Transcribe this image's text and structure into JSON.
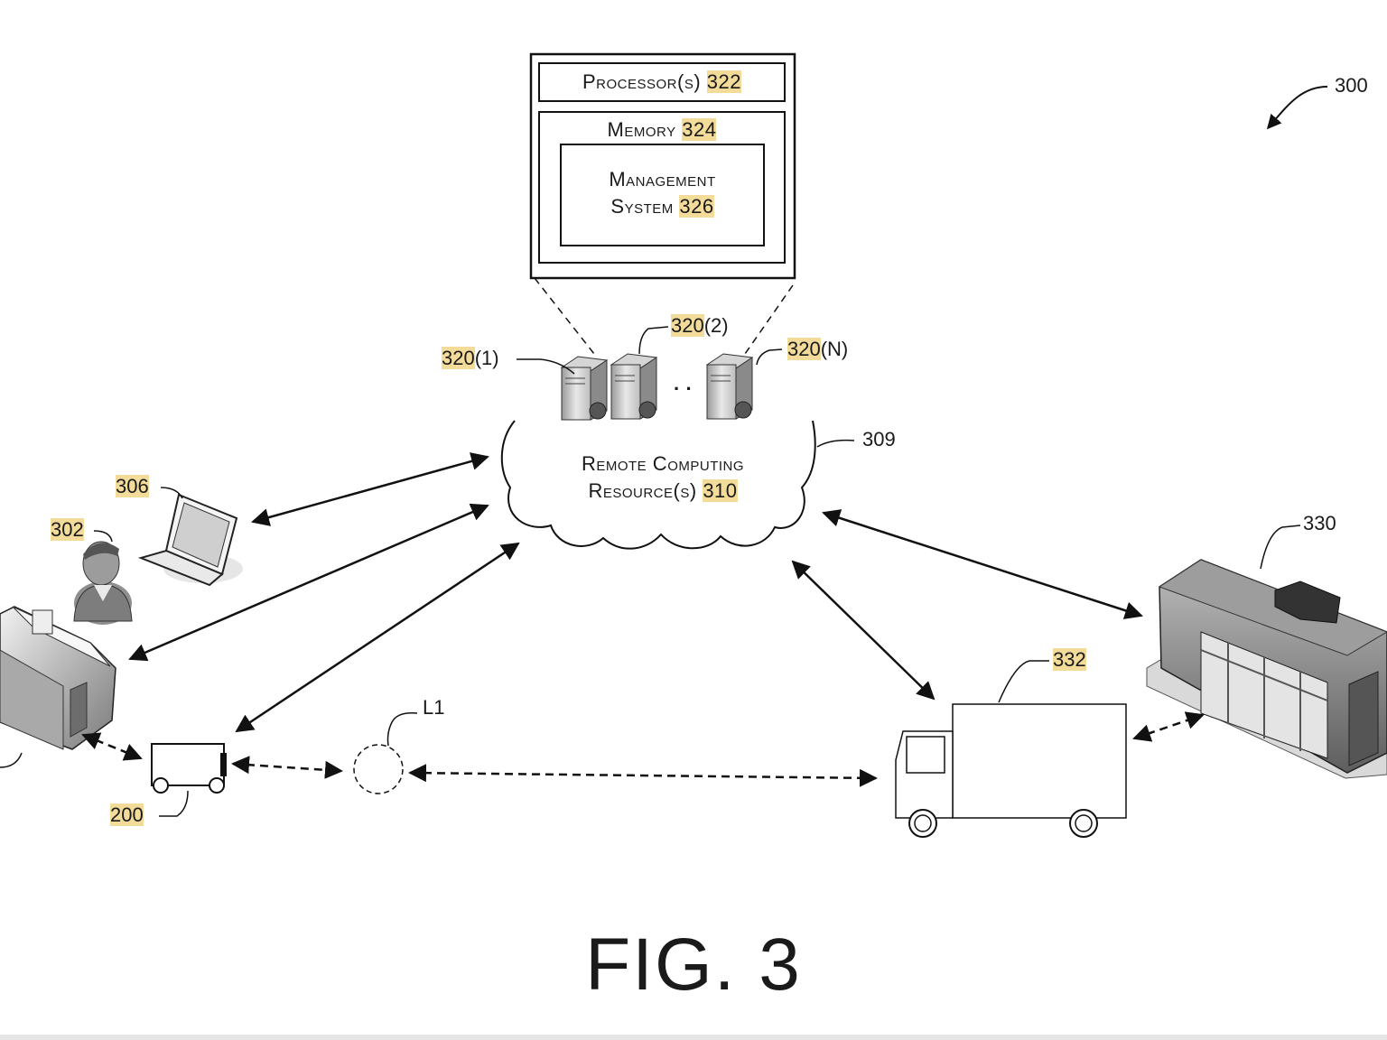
{
  "figure_number": "300",
  "server_box": {
    "processor": {
      "text": "Processor(s)",
      "ref": "322"
    },
    "memory": {
      "text": "Memory",
      "ref": "324"
    },
    "management_line1": "Management",
    "management_line2": {
      "text": "System",
      "ref": "326"
    }
  },
  "servers": [
    {
      "ref": "320",
      "suffix": "(1)"
    },
    {
      "ref": "320",
      "suffix": "(2)"
    },
    {
      "ref": "320",
      "suffix": "(N)"
    }
  ],
  "server_ellipsis": "· ·",
  "cloud": {
    "ref_label": "309",
    "line1": "Remote Computing",
    "line2": {
      "text": "Resource(s)",
      "ref": "310"
    }
  },
  "labels": {
    "laptop": "306",
    "user": "302",
    "vehicle": "200",
    "location": "L1",
    "truck": "332",
    "facility": "330"
  },
  "caption": "FIG. 3"
}
